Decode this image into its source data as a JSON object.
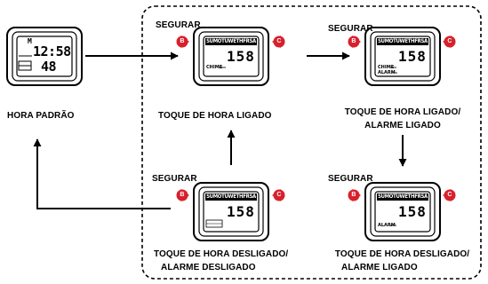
{
  "modes": {
    "hora_padrao": {
      "label": "HORA PADRÃO",
      "top_small": "M",
      "time": "12:58",
      "seconds": "48"
    },
    "toque_ligado": {
      "hold_label": "SEGURAR",
      "button_b": "B",
      "button_c": "C",
      "days": "SUMOTUWETHFRSA",
      "value": "158",
      "chime": "CHIME",
      "label": "TOQUE DE HORA LIGADO"
    },
    "toque_alarme_ligado": {
      "hold_label": "SEGURAR",
      "button_b": "B",
      "button_c": "C",
      "days": "SUMOTUWETHFRSA",
      "value": "158",
      "chime": "CHIME",
      "alarm": "ALARM",
      "label_line1": "TOQUE DE HORA LIGADO/",
      "label_line2": "ALARME LIGADO"
    },
    "toque_desligado_alarme_desligado": {
      "hold_label": "SEGURAR",
      "button_b": "B",
      "button_c": "C",
      "days": "SUMOTUWETHFRSA",
      "value": "158",
      "label_line1": "TOQUE DE HORA DESLIGADO/",
      "label_line2": "ALARME DESLIGADO"
    },
    "toque_desligado_alarme_ligado": {
      "hold_label": "SEGURAR",
      "button_b": "B",
      "button_c": "C",
      "days": "SUMOTUWETHFRSA",
      "value": "158",
      "alarm": "ALARM",
      "label_line1": "TOQUE DE HORA DESLIGADO/",
      "label_line2": "ALARME LIGADO"
    }
  },
  "colors": {
    "button": "#d8202c",
    "ink": "#000000",
    "background": "#ffffff"
  }
}
